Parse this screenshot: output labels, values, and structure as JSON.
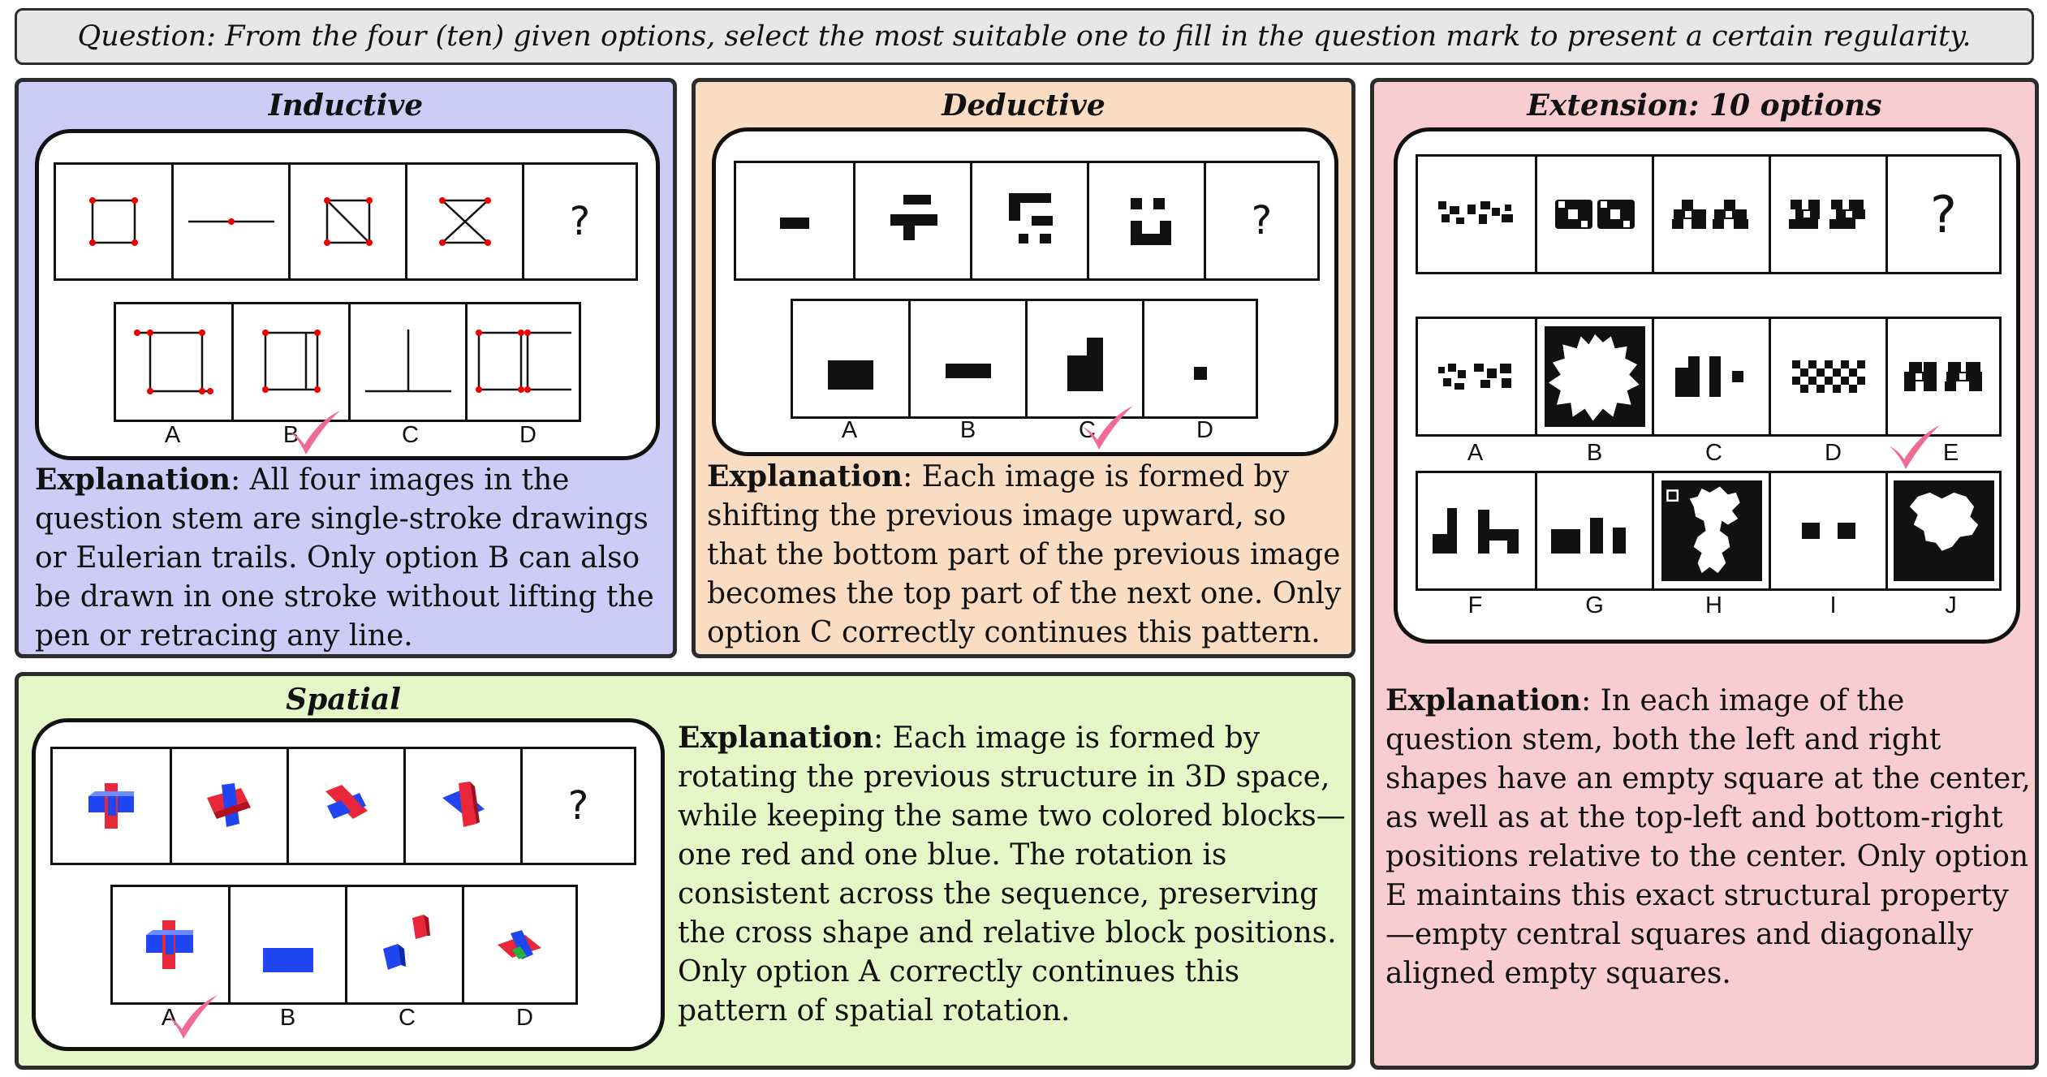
{
  "question": "Question: From the four (ten) given options, select the most suitable one to fill in the question mark to present a certain regularity.",
  "colors": {
    "inductive": "#cdccf7",
    "deductive": "#f9dcc1",
    "extension": "#f8cdd0",
    "spatial": "#e4f7c6",
    "check": "#f06a94",
    "block_red": "#e8283a",
    "block_blue": "#1f46f0"
  },
  "inductive": {
    "title": "Inductive",
    "question_mark": "?",
    "options": [
      "A",
      "B",
      "C",
      "D"
    ],
    "answer": "B",
    "expl_label": "Explanation",
    "expl_text": ": All four images in the question stem  are single-stroke drawings or Eulerian trails. Only option B can also be drawn in one stroke without lifting the pen or retracing any line."
  },
  "deductive": {
    "title": "Deductive",
    "question_mark": "?",
    "options": [
      "A",
      "B",
      "C",
      "D"
    ],
    "answer": "C",
    "expl_label": "Explanation",
    "expl_text": ": Each image is formed by shifting the previous image upward, so that the bottom part of the previous image becomes the top part of the next one. Only option C correctly continues this pattern."
  },
  "extension": {
    "title": "Extension: 10 options",
    "question_mark": "?",
    "options_row1": [
      "A",
      "B",
      "C",
      "D",
      "E"
    ],
    "options_row2": [
      "F",
      "G",
      "H",
      "I",
      "J"
    ],
    "answer": "E",
    "expl_label": "Explanation",
    "expl_text": ": In each image of the question stem, both the left and right shapes have an empty square at the center, as well as at the top-left and bottom-right positions relative to the center. Only option E maintains this exact structural property—empty central squares and diagonally aligned empty squares."
  },
  "spatial": {
    "title": "Spatial",
    "question_mark": "?",
    "options": [
      "A",
      "B",
      "C",
      "D"
    ],
    "answer": "A",
    "expl_label": "Explanation",
    "expl_text": ": Each image is formed by rotating the previous structure in 3D space, while keeping the same two colored blocks—one red and one blue. The rotation is consistent across the sequence, preserving the cross shape and relative block positions. Only option A correctly continues this pattern of spatial rotation."
  }
}
